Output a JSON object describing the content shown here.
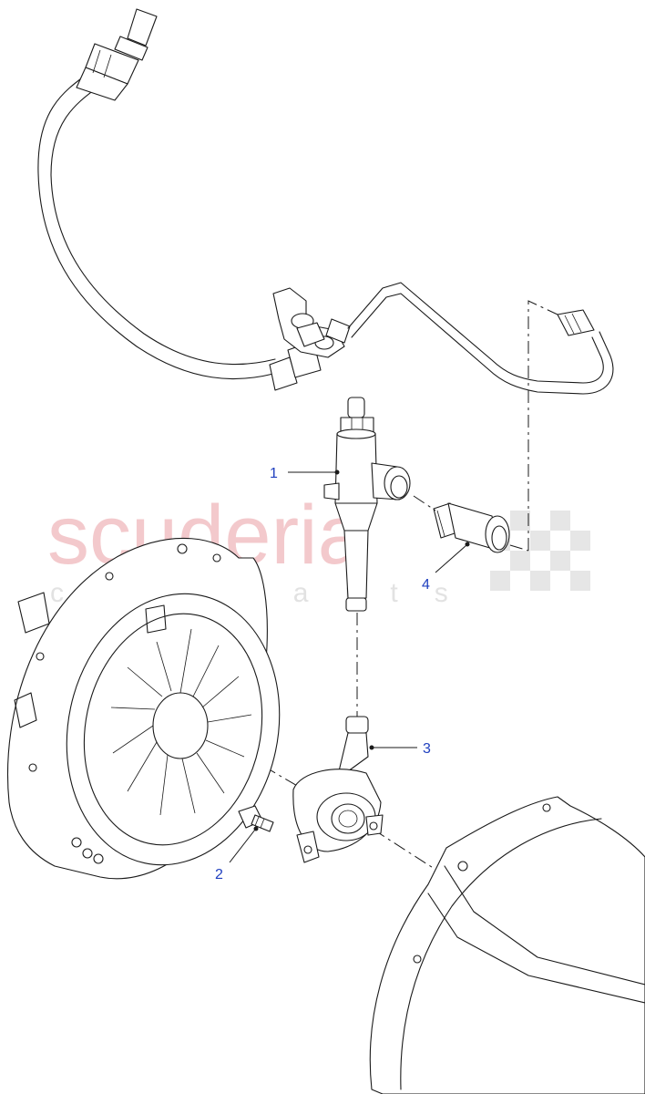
{
  "watermark": {
    "brand": "scuderia",
    "tagline": "car parts"
  },
  "callouts": [
    {
      "id": "1",
      "label": "1"
    },
    {
      "id": "2",
      "label": "2"
    },
    {
      "id": "3",
      "label": "3"
    },
    {
      "id": "4",
      "label": "4"
    }
  ],
  "colors": {
    "line_art": "#1a1a1a",
    "callout_text": "#1f3fbf",
    "watermark_brand": "#f3c9cc",
    "watermark_tagline": "#e2e2e2",
    "watermark_checker": "#e8e8e8"
  }
}
